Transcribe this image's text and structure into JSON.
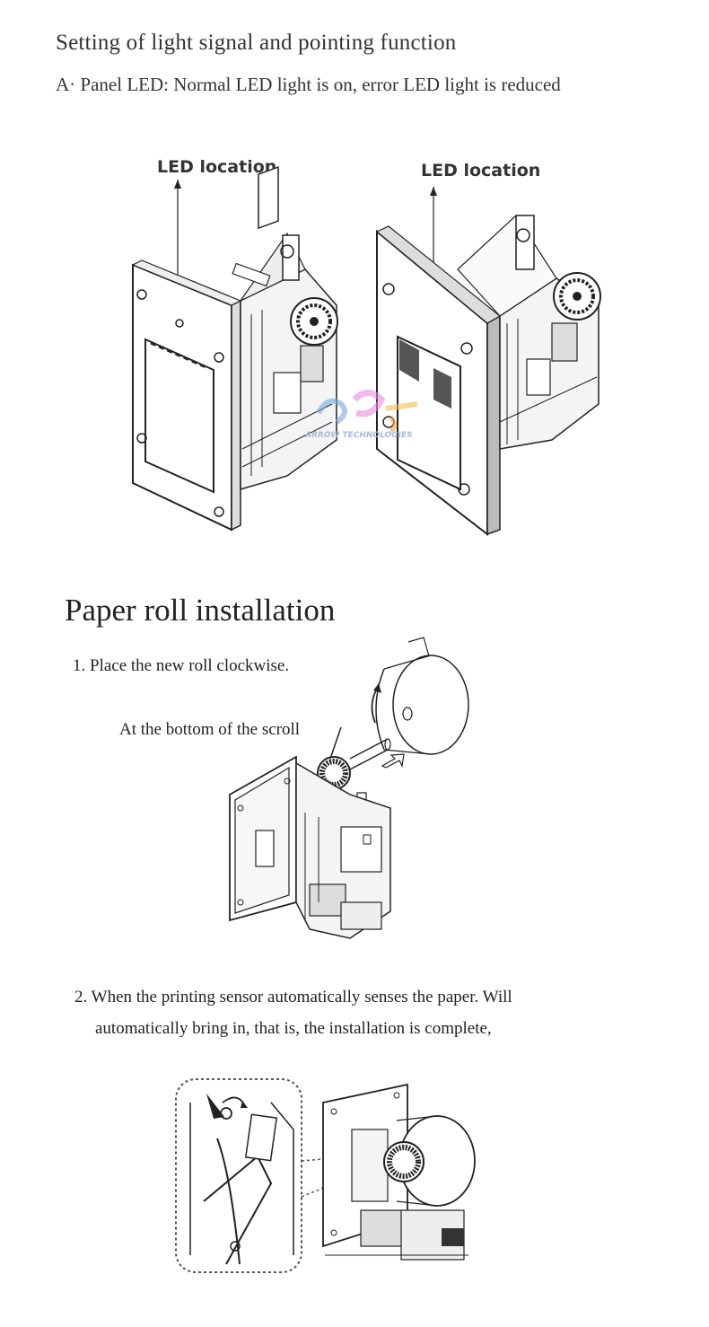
{
  "section1": {
    "title": "Setting of light signal and pointing function",
    "subtitle": "A· Panel LED: Normal LED light is on, error LED light is reduced",
    "label_left": "LED location",
    "label_right": "LED location",
    "watermark": "ARROW TECHNOLOGIES"
  },
  "section2": {
    "title": "Paper roll installation",
    "step1": "1. Place the new roll clockwise.",
    "note": "At the bottom of the scroll",
    "step2_line1": "2. When the printing sensor automatically senses the paper. Will",
    "step2_line2": "automatically bring in, that is, the installation is complete,"
  }
}
